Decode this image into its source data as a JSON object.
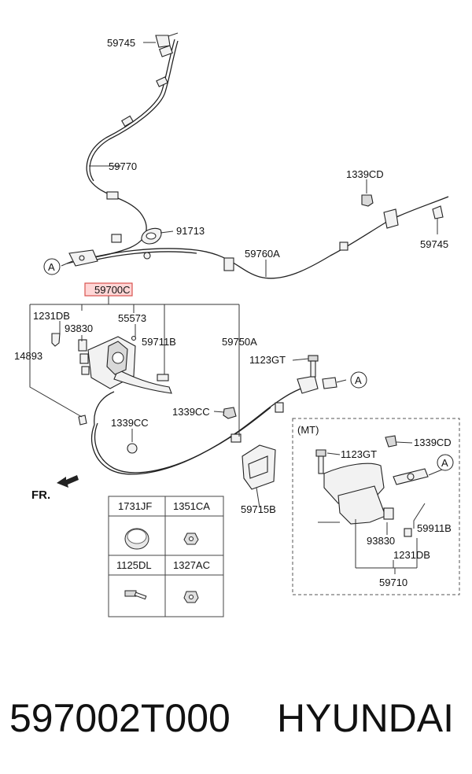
{
  "labels": {
    "p59745_top": "59745",
    "p59770": "59770",
    "p1339cd_top": "1339CD",
    "p91713": "91713",
    "p59745_right": "59745",
    "p59760a": "59760A",
    "ref_a1": "A",
    "p59700c": "59700C",
    "p1231db": "1231DB",
    "p93830": "93830",
    "p55573": "55573",
    "p59711b": "59711B",
    "p59750a": "59750A",
    "p14893": "14893",
    "p1123gt": "1123GT",
    "ref_a2": "A",
    "p1339cc_right": "1339CC",
    "p1339cc_left": "1339CC",
    "mt": "(MT)",
    "mt_1123gt": "1123GT",
    "mt_1339cd": "1339CD",
    "ref_a3": "A",
    "fr": "FR.",
    "p59715b": "59715B",
    "mt_59911b": "59911B",
    "mt_93830": "93830",
    "mt_1231db": "1231DB",
    "mt_59710": "59710"
  },
  "legend": {
    "cells": [
      "1731JF",
      "1351CA",
      "1125DL",
      "1327AC"
    ]
  },
  "footer": {
    "part_number": "597002T000",
    "brand": "HYUNDAI"
  },
  "colors": {
    "highlight_fill": "#ffd6d6",
    "highlight_stroke": "#d9534f",
    "line": "#222222"
  }
}
